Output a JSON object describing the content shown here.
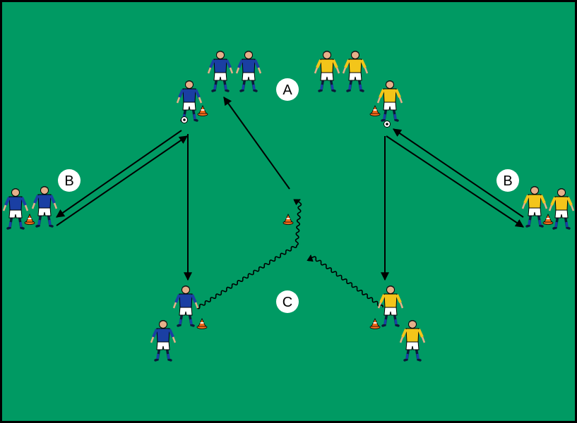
{
  "diagram": {
    "colors": {
      "pitch": "#009a63",
      "border": "#000000",
      "blue_team": "#1a3fa3",
      "yellow_team": "#f3c51a",
      "shorts": "#ffffff",
      "cone": "#f26a1b",
      "arrow": "#000000",
      "label_circle": "#ffffff"
    },
    "labels": [
      {
        "id": "station-a",
        "text": "A"
      },
      {
        "id": "station-b-left",
        "text": "B"
      },
      {
        "id": "station-b-right",
        "text": "B"
      },
      {
        "id": "station-c",
        "text": "C"
      }
    ],
    "players": [
      {
        "id": "blue-queue-1",
        "team": "blue"
      },
      {
        "id": "blue-queue-2",
        "team": "blue"
      },
      {
        "id": "yellow-queue-1",
        "team": "yellow"
      },
      {
        "id": "yellow-queue-2",
        "team": "yellow"
      },
      {
        "id": "blue-passer-top",
        "team": "blue"
      },
      {
        "id": "yellow-passer-top",
        "team": "yellow"
      },
      {
        "id": "blue-wall-left-1",
        "team": "blue"
      },
      {
        "id": "blue-wall-left-2",
        "team": "blue"
      },
      {
        "id": "yellow-wall-right-1",
        "team": "yellow"
      },
      {
        "id": "yellow-wall-right-2",
        "team": "yellow"
      },
      {
        "id": "blue-dribbler",
        "team": "blue"
      },
      {
        "id": "blue-waiting",
        "team": "blue"
      },
      {
        "id": "yellow-dribbler",
        "team": "yellow"
      },
      {
        "id": "yellow-waiting",
        "team": "yellow"
      }
    ],
    "icons": [
      "soccer-ball-icon",
      "cone-icon",
      "player-icon"
    ]
  }
}
